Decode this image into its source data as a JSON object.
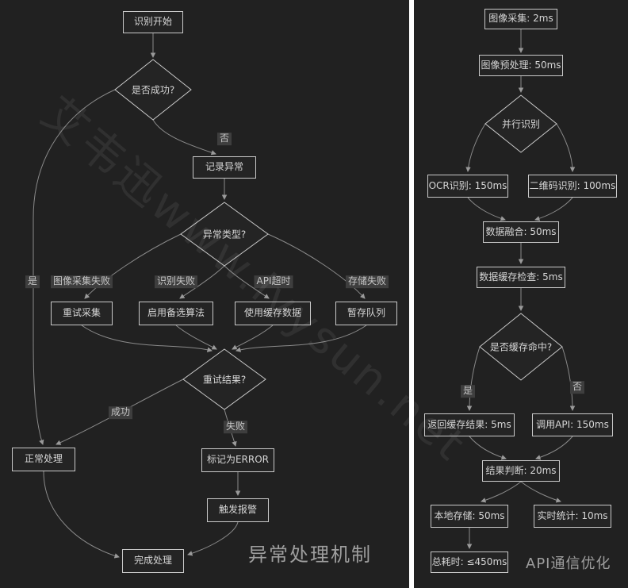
{
  "watermark": "艾韦迅www.ivysun.net",
  "left_chart": {
    "title": "异常处理机制",
    "nodes": {
      "start": "识别开始",
      "success_q": "是否成功?",
      "log_exception": "记录异常",
      "type_q": "异常类型?",
      "retry_capture": "重试采集",
      "alt_algo": "启用备选算法",
      "use_cache": "使用缓存数据",
      "queue": "暂存队列",
      "retry_q": "重试结果?",
      "normal": "正常处理",
      "mark_error": "标记为ERROR",
      "alarm": "触发报警",
      "done": "完成处理"
    },
    "edge_labels": {
      "no": "否",
      "yes": "是",
      "capture_fail": "图像采集失败",
      "recog_fail": "识别失败",
      "api_timeout": "API超时",
      "store_fail": "存储失败",
      "success": "成功",
      "fail": "失败"
    }
  },
  "right_chart": {
    "title": "API通信优化",
    "nodes": {
      "capture": "图像采集: 2ms",
      "preprocess": "图像预处理: 50ms",
      "parallel": "并行识别",
      "ocr": "OCR识别: 150ms",
      "qr": "二维码识别: 100ms",
      "fusion": "数据融合: 50ms",
      "cache_check": "数据缓存检查: 5ms",
      "cache_q": "是否缓存命中?",
      "return_cache": "返回缓存结果: 5ms",
      "call_api": "调用API: 150ms",
      "judge": "结果判断: 20ms",
      "local_store": "本地存储: 50ms",
      "stats": "实时统计: 10ms",
      "total": "总耗时: ≤450ms"
    },
    "edge_labels": {
      "yes": "是",
      "no": "否"
    }
  }
}
